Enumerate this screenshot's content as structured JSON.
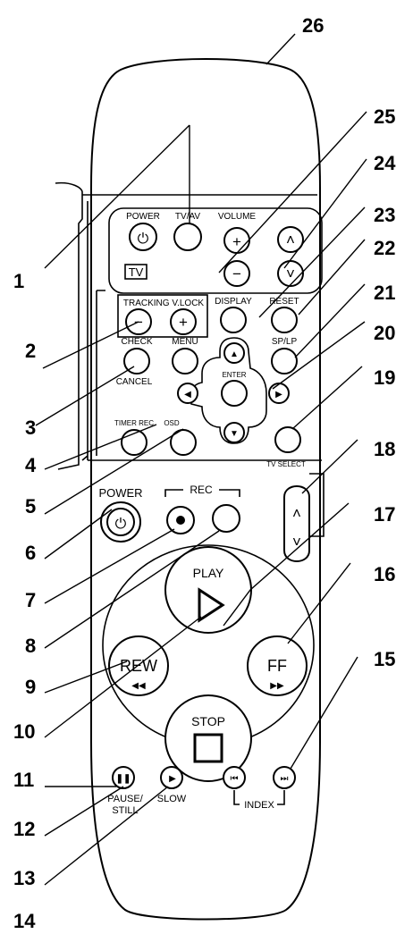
{
  "labels": {
    "power_tv": "POWER",
    "tvav": "TV/AV",
    "volume": "VOLUME",
    "tv": "TV",
    "tracking": "TRACKING V.LOCK",
    "display": "DISPLAY",
    "reset": "RESET",
    "check": "CHECK",
    "menu": "MENU",
    "splp": "SP/LP",
    "cancel": "CANCEL",
    "enter": "ENTER",
    "timer_rec": "TIMER REC",
    "osd": "OSD",
    "tv_select": "TV SELECT",
    "power_vcr": "POWER",
    "rec": "REC",
    "play": "PLAY",
    "rew": "REW",
    "ff": "FF",
    "stop": "STOP",
    "pause": "PAUSE/",
    "still": "STILL",
    "slow": "SLOW",
    "index": "INDEX"
  },
  "callouts": [
    "1",
    "2",
    "3",
    "4",
    "5",
    "6",
    "7",
    "8",
    "9",
    "10",
    "11",
    "12",
    "13",
    "14",
    "15",
    "16",
    "17",
    "18",
    "19",
    "20",
    "21",
    "22",
    "23",
    "24",
    "25",
    "26"
  ]
}
